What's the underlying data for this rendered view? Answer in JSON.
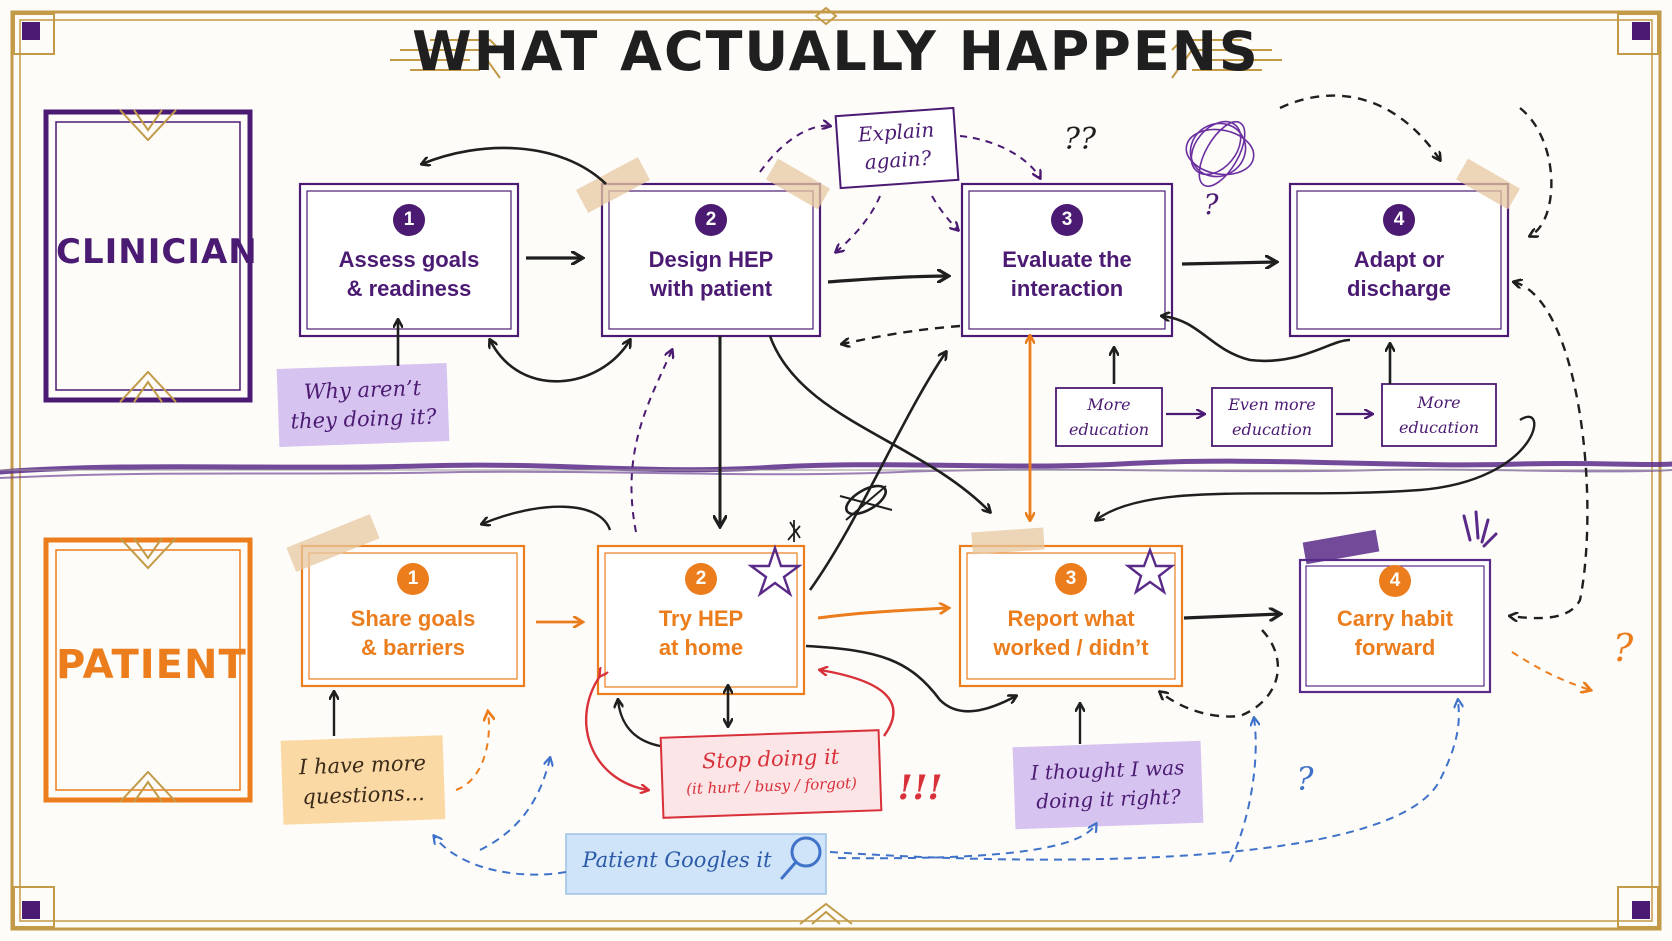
{
  "title": "WHAT ACTUALLY HAPPENS",
  "colors": {
    "clinician": "#4b1a72",
    "patient": "#ec7d1c",
    "problem_red": "#d8313a",
    "google_blue": "#3f72c8",
    "gold_frame": "#c39a47",
    "ink": "#1f1f1f"
  },
  "lanes": {
    "clinician": {
      "label": "CLINICIAN",
      "steps": [
        {
          "num": "1",
          "line1": "Assess goals",
          "line2": "& readiness"
        },
        {
          "num": "2",
          "line1": "Design HEP",
          "line2": "with patient"
        },
        {
          "num": "3",
          "line1": "Evaluate the",
          "line2": "interaction"
        },
        {
          "num": "4",
          "line1": "Adapt or",
          "line2": "discharge"
        }
      ]
    },
    "patient": {
      "label": "PATIENT",
      "steps": [
        {
          "num": "1",
          "line1": "Share goals",
          "line2": "& barriers"
        },
        {
          "num": "2",
          "line1": "Try HEP",
          "line2": "at home"
        },
        {
          "num": "3",
          "line1": "Report what",
          "line2": "worked / didn’t"
        },
        {
          "num": "4",
          "line1": "Carry habit",
          "line2": "forward"
        }
      ]
    }
  },
  "notes": {
    "why_not": {
      "line1": "Why aren’t",
      "line2": "they doing it?"
    },
    "explain": {
      "line1": "Explain",
      "line2": "again?"
    },
    "more_questions": {
      "line1": "I have more",
      "line2": "questions..."
    },
    "stop_doing": {
      "line1": "Stop doing it",
      "line2": "(it hurt / busy / forgot)"
    },
    "thought_right": {
      "line1": "I thought I was",
      "line2": "doing it right?"
    },
    "google": "Patient Googles it",
    "education": [
      {
        "line1": "More",
        "line2": "education"
      },
      {
        "line1": "Even more",
        "line2": "education"
      },
      {
        "line1": "More",
        "line2": "education"
      }
    ]
  },
  "marks": {
    "q1": "??",
    "q2": "?",
    "q3": "?",
    "q4": "?",
    "bang": "!!!",
    "alert_icon": "exclamation-burst-icon",
    "star_icon": "star-icon",
    "scribble_icon": "scribble-icon",
    "magnifier_icon": "magnifier-icon"
  }
}
